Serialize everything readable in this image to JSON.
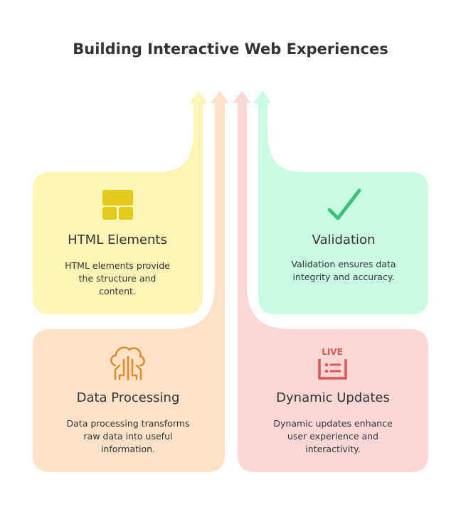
{
  "title": "Building Interactive Web Experiences",
  "colors": {
    "yellow": "#fdf5b6",
    "orange": "#fde2c8",
    "pink": "#fdd7d6",
    "green": "#c8fde4",
    "text": "#333333"
  },
  "cards": [
    {
      "id": "html-elements",
      "title": "HTML Elements",
      "desc": [
        "HTML elements provide",
        "the structure and",
        "content."
      ],
      "icon": "layout-icon",
      "icon_color": "#e0cb18"
    },
    {
      "id": "validation",
      "title": "Validation",
      "desc": [
        "Validation ensures data",
        "integrity and accuracy."
      ],
      "icon": "check-icon",
      "icon_color": "#3cc17a"
    },
    {
      "id": "data-processing",
      "title": "Data Processing",
      "desc": [
        "Data processing transforms",
        "raw data into useful",
        "information."
      ],
      "icon": "cloud-circuit-icon",
      "icon_color": "#e08a2c"
    },
    {
      "id": "dynamic-updates",
      "title": "Dynamic Updates",
      "desc": [
        "Dynamic updates enhance",
        "user experience and",
        "interactivity."
      ],
      "icon": "live-list-icon",
      "icon_color": "#e05555",
      "icon_text": "LIVE"
    }
  ]
}
